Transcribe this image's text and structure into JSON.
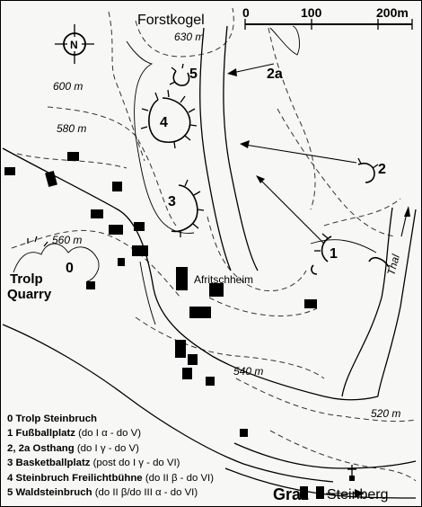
{
  "map": {
    "title_peak": "Forstkogel",
    "north": "N",
    "scale": {
      "labels": [
        "0",
        "100",
        "200m"
      ]
    },
    "elevations": [
      "630 m",
      "600 m",
      "580 m",
      "560 m",
      "540 m",
      "520 m"
    ],
    "sites": [
      {
        "id": "0",
        "label": "0"
      },
      {
        "id": "1",
        "label": "1"
      },
      {
        "id": "2",
        "label": "2"
      },
      {
        "id": "2a",
        "label": "2a"
      },
      {
        "id": "3",
        "label": "3"
      },
      {
        "id": "4",
        "label": "4"
      },
      {
        "id": "5",
        "label": "5"
      }
    ],
    "places": {
      "trolp_line1": "Trolp",
      "trolp_line2": "Quarry",
      "afritschheim": "Afritschheim",
      "thal": "Thal",
      "steinberg": "Steinberg",
      "graz": "Graz"
    }
  },
  "legend": [
    {
      "num": "0",
      "name": "Trolp Steinbruch",
      "period": ""
    },
    {
      "num": "1",
      "name": "Fußballplatz",
      "period": " (do I α - do V)"
    },
    {
      "num": "2, 2a",
      "name": "Osthang",
      "period": " (do I γ - do V)"
    },
    {
      "num": "3",
      "name": "Basketballplatz",
      "period": " (post do I γ - do VI)"
    },
    {
      "num": "4",
      "name": "Steinbruch Freilichtbühne",
      "period": " (do II β - do VI)"
    },
    {
      "num": "5",
      "name": "Waldsteinbruch",
      "period": " (do II β/do III α - do VI)"
    }
  ]
}
